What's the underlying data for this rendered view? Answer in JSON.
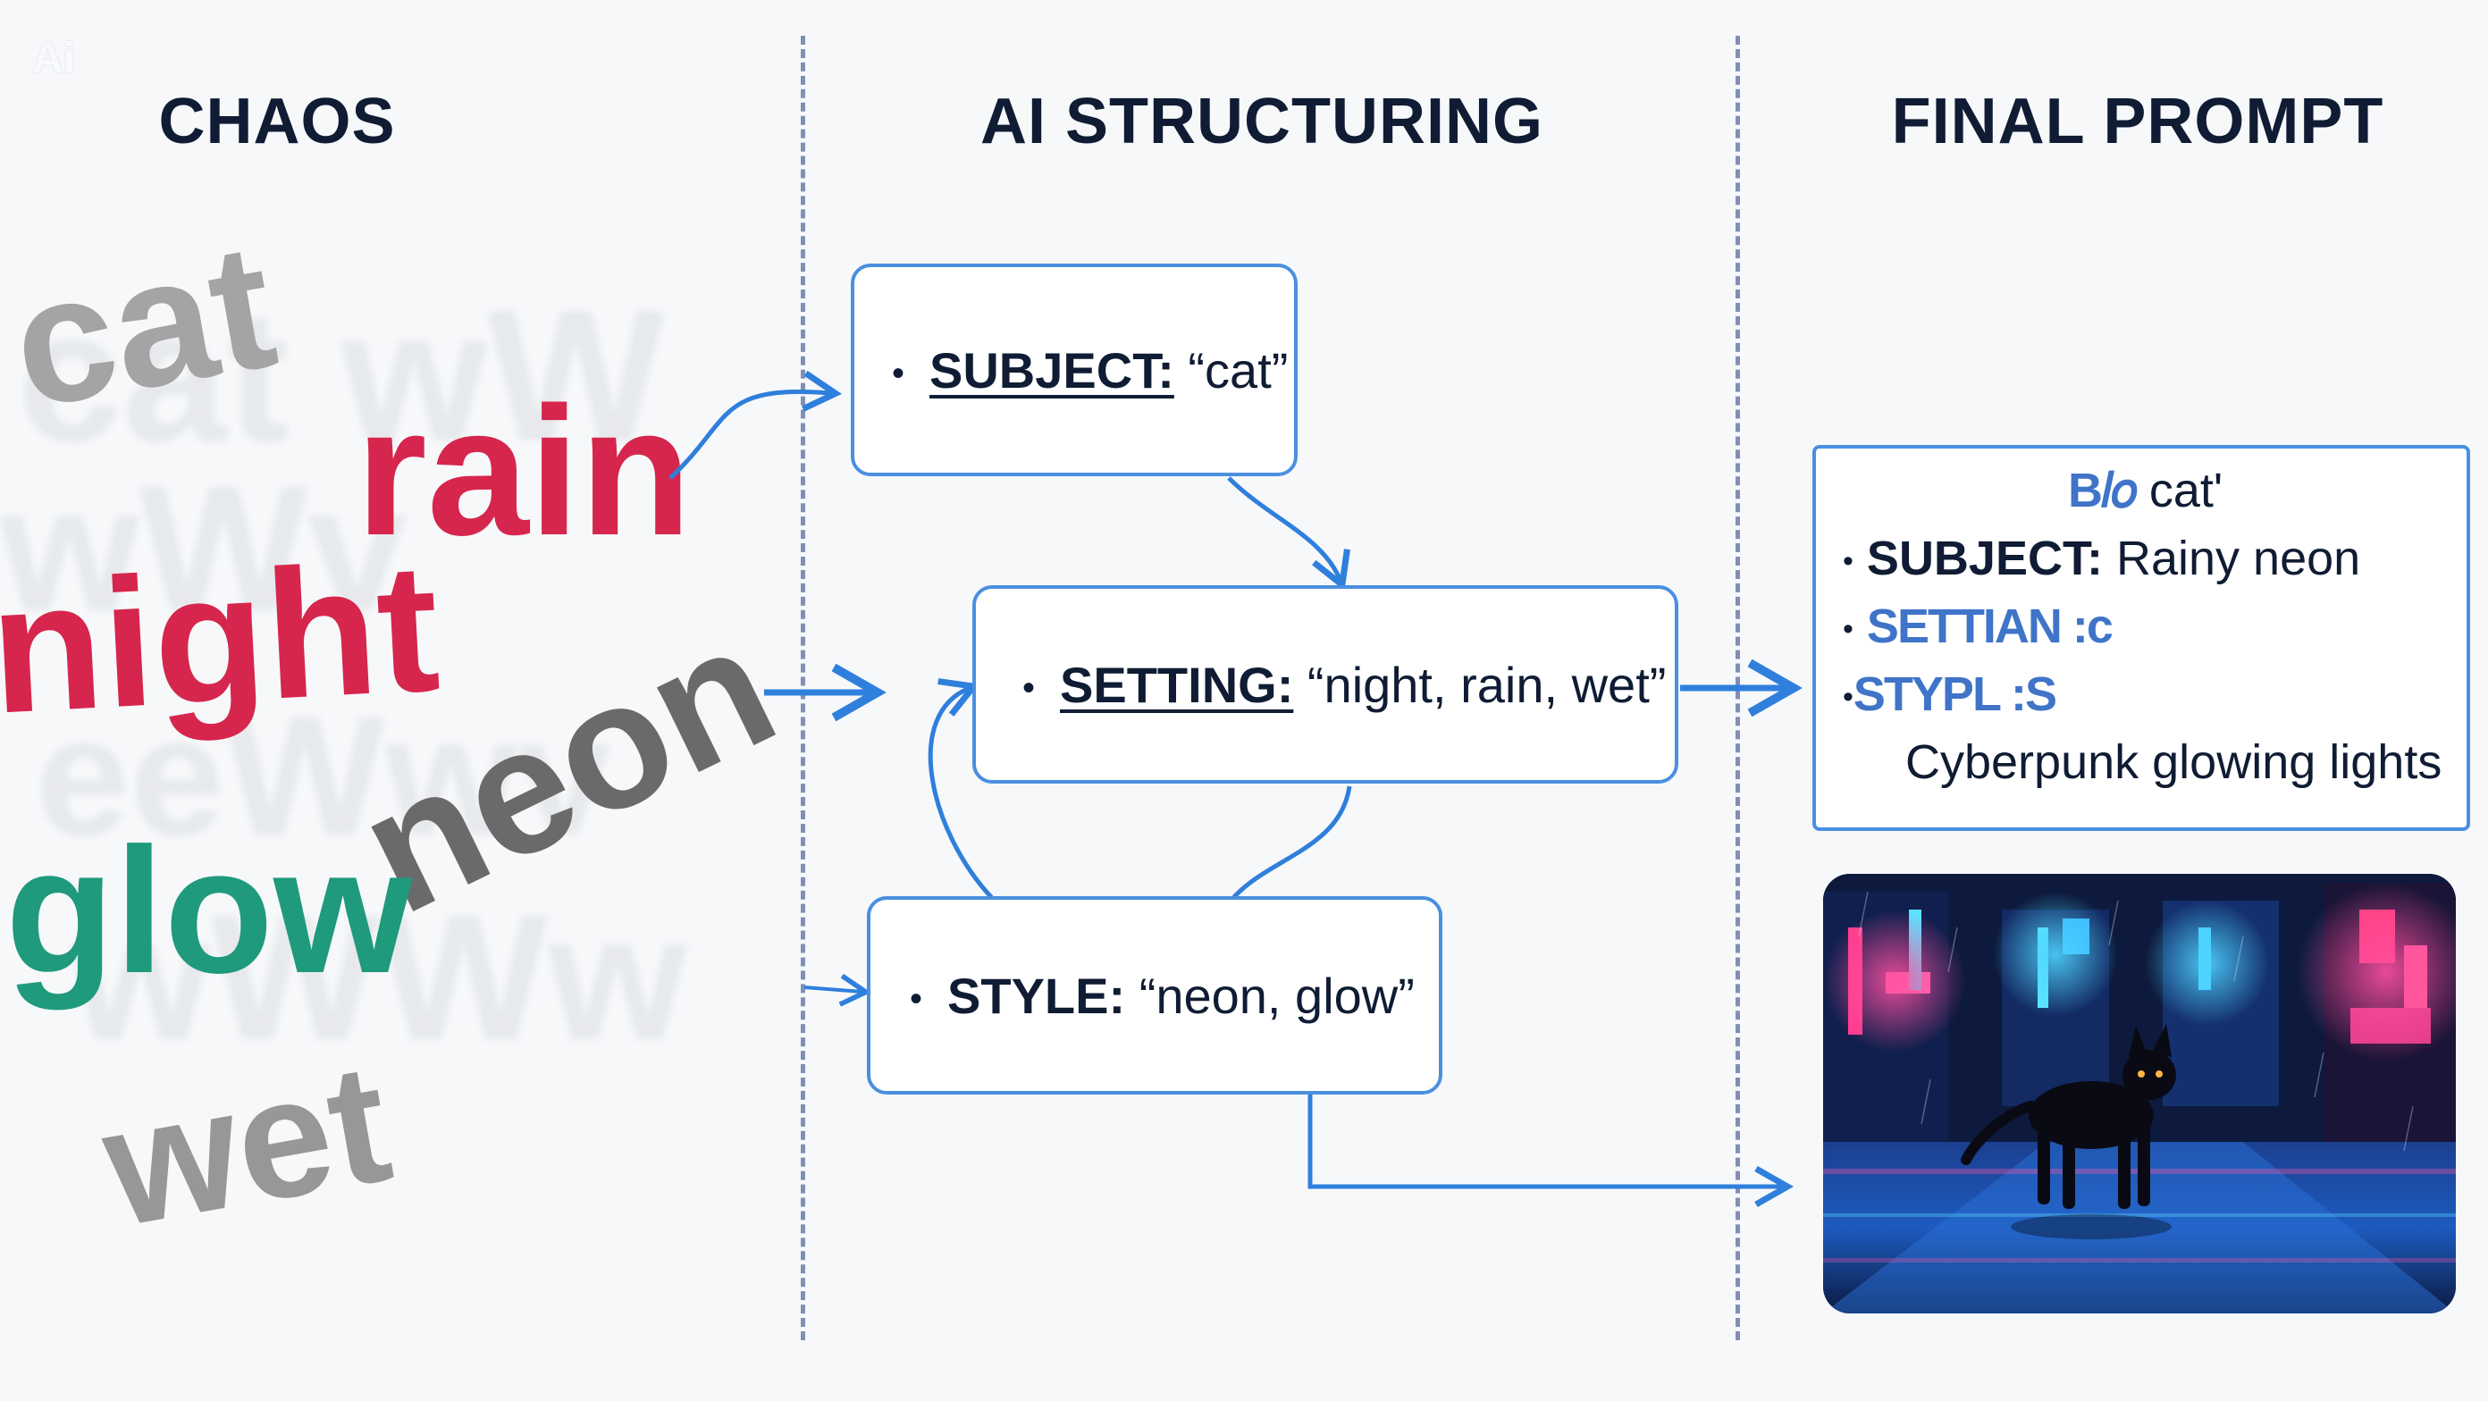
{
  "watermark": "Ai",
  "columns": {
    "chaos": "CHAOS",
    "structuring": "AI STRUCTURING",
    "final": "FINAL PROMPT"
  },
  "chaos_words": [
    {
      "text": "cat",
      "color": "#9a9a9a"
    },
    {
      "text": "rain",
      "color": "#d6264d"
    },
    {
      "text": "night",
      "color": "#d6264d"
    },
    {
      "text": "neon",
      "color": "#6e6e6e"
    },
    {
      "text": "glow",
      "color": "#1f9a7d"
    },
    {
      "text": "wet",
      "color": "#909090"
    }
  ],
  "structuring_boxes": {
    "subject": {
      "key": "SUBJECT:",
      "value": "“cat”"
    },
    "setting": {
      "key": "SETTING:",
      "value": "“night, rain, wet”"
    },
    "style": {
      "key": "STYLE:",
      "value": "“neon, glow”"
    }
  },
  "final_prompt": {
    "title": "cat'",
    "title_glitch": "B𝑙𝑜",
    "subject_key": "SUBJECT:",
    "subject_value": "Rainy neon",
    "setting_glitch": "SETTIAN :c",
    "style_glitch": "STYPL :S",
    "style_value": "Cyberpunk glowing lights",
    "bullet": "•"
  },
  "image_description_icon": "cat-neon-street-image",
  "colors": {
    "accent": "#4a8fe0",
    "arrow": "#2f7fdc",
    "title": "#0f1c33"
  }
}
